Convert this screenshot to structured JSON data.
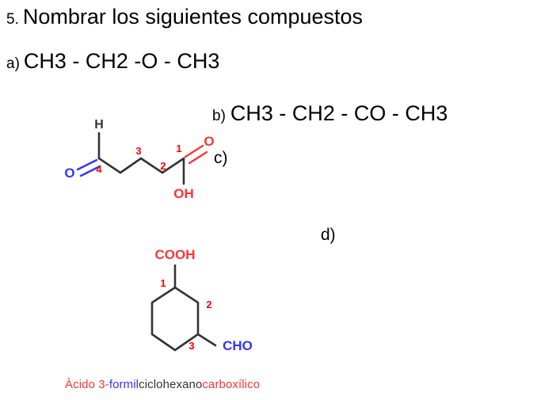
{
  "page": {
    "background": "#ffffff",
    "language": "es"
  },
  "question": {
    "number": "5.",
    "text": "Nombrar los  siguientes compuestos"
  },
  "items": [
    {
      "label": "a)",
      "formula": "CH3 - CH2 -O - CH3"
    },
    {
      "label": "b)",
      "formula": "CH3 - CH2 - CO - CH3"
    },
    {
      "label": "c)",
      "formula": ""
    },
    {
      "label": "d)",
      "formula": ""
    }
  ],
  "structures": {
    "oxobutanoic": {
      "name": "4-oxobutanoic-acid-skeletal",
      "atoms": {
        "aldehyde_h": "H",
        "aldehyde_o": "O",
        "carbonyl_o": "O",
        "hydroxyl": "OH"
      },
      "locants": [
        "1",
        "2",
        "3",
        "4"
      ],
      "colors": {
        "aldehyde_oxygen": "#3333ff",
        "aldehyde_hydrogen": "#333333",
        "acid_group": "#ff3333",
        "locant": "#ff0000",
        "bond": "#333333"
      }
    },
    "cyclohexane": {
      "name": "3-formylcyclohexanecarboxylic-acid-skeletal",
      "substituents": {
        "top": "COOH",
        "bottom_right": "CHO"
      },
      "locants": [
        "1",
        "2",
        "3"
      ],
      "colors": {
        "carboxyl": "#ff3333",
        "formyl": "#3333ff",
        "locant": "#ff0000",
        "bond": "#333333"
      }
    }
  },
  "answer": {
    "full_text": "Àcido 3-formilciclohexanocarboxílico",
    "segments": [
      {
        "text": "Àcido 3-",
        "color": "#ff3333"
      },
      {
        "text": "formil",
        "color": "#3333ff"
      },
      {
        "text": "ciclohexano",
        "color": "#333333"
      },
      {
        "text": "carboxílico",
        "color": "#ff3333"
      }
    ]
  }
}
